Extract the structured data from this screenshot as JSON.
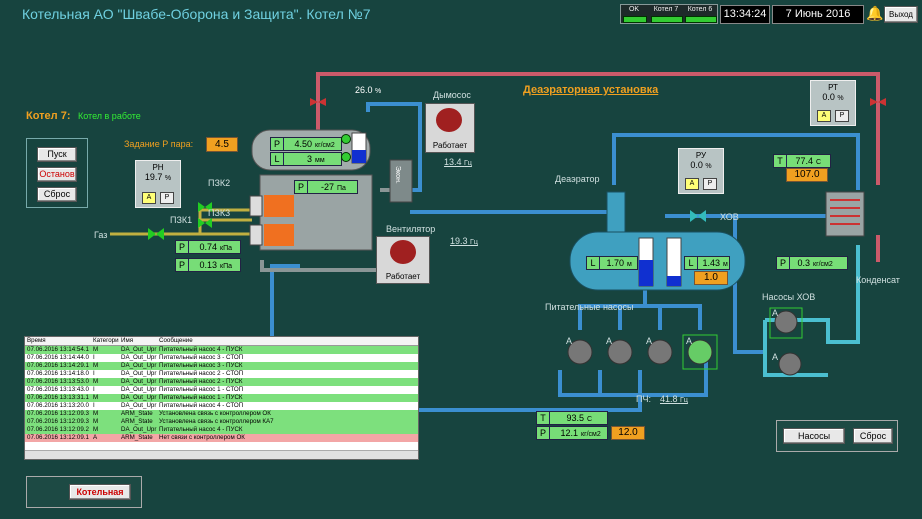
{
  "header": {
    "title": "Котельная АО \"Швабе-Оборона и Защита\". Котел №7",
    "status": {
      "ok": "OK",
      "k7": "Котел 7",
      "k6": "Котел 6"
    },
    "time": "13:34:24",
    "date": "7 Июнь 2016",
    "exit_label": "Выход"
  },
  "boiler": {
    "name": "Котел 7:",
    "state": "Котел в работе",
    "setpoint_label": "Задание Р пара:",
    "setpoint": "4.5",
    "btn_start": "Пуск",
    "btn_stop": "Останов",
    "btn_reset": "Сброс",
    "p_steam": "4.50",
    "p_steam_unit": "кг/см2",
    "level": "3",
    "level_unit": "мм",
    "p_furnace": "-27",
    "p_furnace_unit": "Па",
    "gas_p1": "0.74",
    "gas_p1_unit": "кПа",
    "gas_p2": "0.13",
    "gas_p2_unit": "кПа",
    "gas_label": "Газ",
    "pzk1": "ПЗК1",
    "pzk2": "ПЗК2",
    "pzk3": "ПЗК3",
    "econ": "Экон."
  },
  "rn": {
    "title": "РН",
    "value": "19.7",
    "unit": "%",
    "a": "А",
    "p": "Р"
  },
  "smoke": {
    "label": "Дымосос",
    "state": "Работает",
    "freq": "13.4",
    "freq_unit": "Гц",
    "valve": "26.0",
    "valve_unit": "%"
  },
  "fan": {
    "label": "Вентилятор",
    "state": "Работает",
    "freq": "19.3",
    "freq_unit": "Гц"
  },
  "deaerator": {
    "title": "Деаэраторная установка",
    "label": "Деаэратор",
    "level": "1.70",
    "level_unit": "м",
    "pressure": "1.43",
    "pressure_unit": "м",
    "set": "1.0",
    "hov": "ХОВ"
  },
  "ru": {
    "title": "РУ",
    "value": "0.0",
    "unit": "%",
    "a": "А",
    "p": "Р"
  },
  "rt": {
    "title": "РТ",
    "value": "0.0",
    "unit": "%",
    "a": "А",
    "p": "Р"
  },
  "heat": {
    "temp": "77.4",
    "temp_unit": "С",
    "temp_set": "107.0",
    "pres": "0.3",
    "pres_unit": "кг/см2",
    "condensate": "Конденсат"
  },
  "pumps": {
    "feed_label": "Питательные насосы",
    "hov_label": "Насосы ХОВ",
    "a": "А",
    "pch_label": "ПЧ:",
    "pch_freq": "41.8",
    "pch_unit": "Гц",
    "t": "93.5",
    "t_unit": "С",
    "p": "12.1",
    "p_unit": "кг/см2",
    "p_set": "12.0",
    "btn_pumps": "Насосы",
    "btn_reset": "Сброс"
  },
  "keys": {
    "p": "Р",
    "l": "L",
    "t": "T"
  },
  "log": {
    "columns": [
      "Время",
      "Категори",
      "Имя",
      "Сообщение"
    ],
    "rows": [
      {
        "time": "07.06.2016 13:14:54.1",
        "cat": "M",
        "name": "DA_Out_Upr",
        "msg": "Питательный насос 4 - ПУСК",
        "cls": "g"
      },
      {
        "time": "07.06.2016 13:14:44.0",
        "cat": "I",
        "name": "DA_Out_Upr",
        "msg": "Питательный насос 3 - СТОП",
        "cls": "w"
      },
      {
        "time": "07.06.2016 13:14:29.1",
        "cat": "M",
        "name": "DA_Out_Upr",
        "msg": "Питательный насос 3 - ПУСК",
        "cls": "g"
      },
      {
        "time": "07.06.2016 13:14:18.0",
        "cat": "I",
        "name": "DA_Out_Upr",
        "msg": "Питательный насос 2 - СТОП",
        "cls": "w"
      },
      {
        "time": "07.06.2016 13:13:53.0",
        "cat": "M",
        "name": "DA_Out_Upr",
        "msg": "Питательный насос 2 - ПУСК",
        "cls": "g"
      },
      {
        "time": "07.06.2016 13:13:43.0",
        "cat": "I",
        "name": "DA_Out_Upr",
        "msg": "Питательный насос 1 - СТОП",
        "cls": "w"
      },
      {
        "time": "07.06.2016 13:13:31.1",
        "cat": "M",
        "name": "DA_Out_Upr",
        "msg": "Питательный насос 1 - ПУСК",
        "cls": "g"
      },
      {
        "time": "07.06.2016 13:13:20.0",
        "cat": "I",
        "name": "DA_Out_Upr",
        "msg": "Питательный насос 4 - СТОП",
        "cls": "w"
      },
      {
        "time": "07.06.2016 13:12:09.3",
        "cat": "M",
        "name": "ARM_State",
        "msg": "Установлена связь с контроллером ОК",
        "cls": "g"
      },
      {
        "time": "07.06.2016 13:12:09.3",
        "cat": "M",
        "name": "ARM_State",
        "msg": "Установлена связь с контроллером КА7",
        "cls": "g"
      },
      {
        "time": "07.06.2016 13:12:09.2",
        "cat": "M",
        "name": "DA_Out_Upr",
        "msg": "Питательный насос 4 - ПУСК",
        "cls": "g"
      },
      {
        "time": "07.06.2016 13:12:09.1",
        "cat": "A",
        "name": "ARM_State",
        "msg": "Нет связи с контроллером ОК",
        "cls": "p"
      }
    ]
  },
  "footer": {
    "boiler_room": "Котельная"
  }
}
